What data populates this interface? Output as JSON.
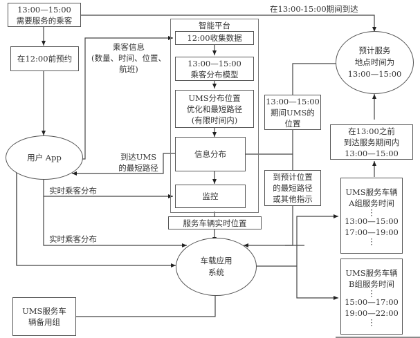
{
  "passengers": {
    "line1": "13:00—15:00",
    "line2": "需要服务的乘客"
  },
  "reserve": {
    "label": "在12:00前预约"
  },
  "passenger_info": {
    "line1": "乘客信息",
    "line2": "(数量、时间、位置、",
    "line3": "航班)"
  },
  "user_app": {
    "label": "用户 App"
  },
  "platform": {
    "title": "智能平台",
    "collect": "12:00收集数据",
    "model": {
      "line1": "13:00—15:00",
      "line2": "乘客分布模型"
    },
    "optimize": {
      "line1": "UMS分布位置",
      "line2": "优化和最短路径",
      "line3": "(有限时间内)"
    },
    "distribute": "信息分布",
    "monitor": "监控"
  },
  "realtime_vehicle_pos": {
    "label": "服务车辆实时位置"
  },
  "arrive_label": {
    "label": "在13:00-15:00期间到达"
  },
  "expected_service": {
    "line1": "预计服务",
    "line2": "地点时间为",
    "line3": "13:00—15:00"
  },
  "ums_position": {
    "line1": "13:00—15:00",
    "line2": "期间UMS的",
    "line3": "位置"
  },
  "before_13": {
    "line1": "在13:00之前",
    "line2": "到达服务期间内",
    "line3": "13:00—15:00"
  },
  "route_to_ums": {
    "line1": "到达UMS",
    "line2": "的最短路径"
  },
  "realtime_passenger_1": {
    "label": "实时乘客分布"
  },
  "realtime_passenger_2": {
    "label": "实时乘客分布"
  },
  "route_to_expected": {
    "line1": "到预计位置",
    "line2": "的最短路径",
    "line3": "或其他指示"
  },
  "group_a": {
    "line1": "UMS服务车辆",
    "line2": "A组服务时间",
    "dots": "⋮",
    "time1": "13:00—15:00",
    "time2": "17:00—19:00"
  },
  "group_b": {
    "line1": "UMS服务车辆",
    "line2": "B组服务时间",
    "dots": "⋮",
    "time1": "15:00—17:00",
    "time2": "19:00—22:00"
  },
  "onboard_system": {
    "line1": "车载应用",
    "line2": "系统"
  },
  "backup_group": {
    "line1": "UMS服务车",
    "line2": "辆备用组"
  }
}
